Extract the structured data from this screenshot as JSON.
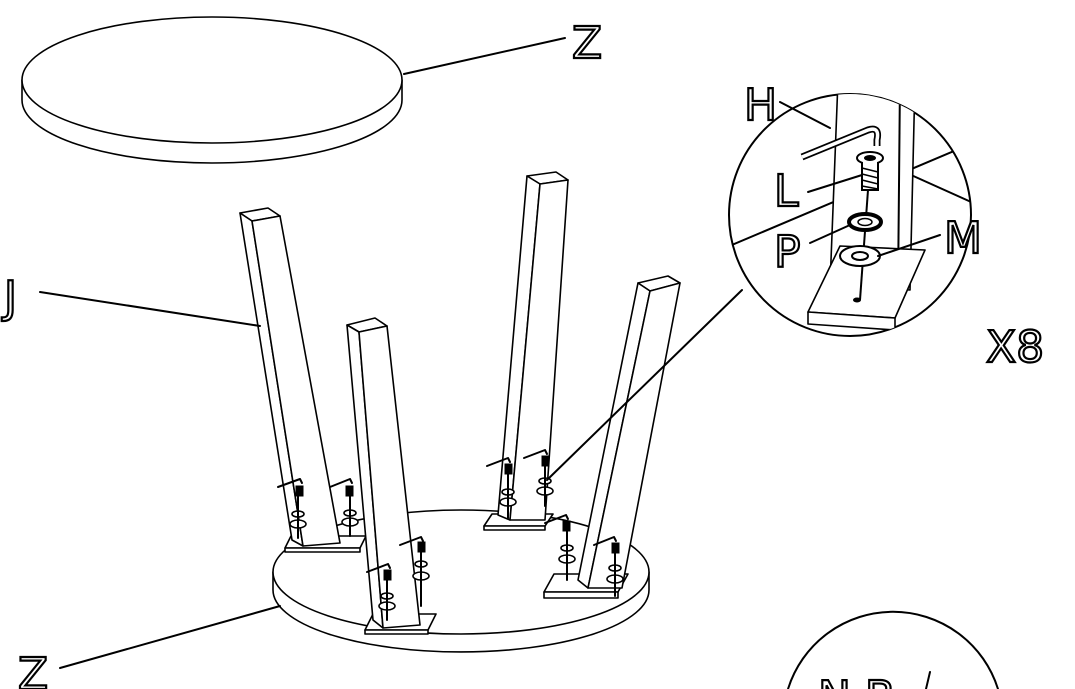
{
  "labels": {
    "top_panel": "Z",
    "bottom_panel": "Z",
    "leg": "J",
    "hex_key": "H",
    "bolt": "L",
    "spring_washer": "P",
    "flat_washer": "M",
    "quantity": "X8",
    "note_partial": "N B"
  },
  "icons": [
    "tabletop-icon",
    "leg-icon",
    "hex-key-icon",
    "bolt-icon",
    "washer-icon",
    "detail-magnifier-icon"
  ]
}
